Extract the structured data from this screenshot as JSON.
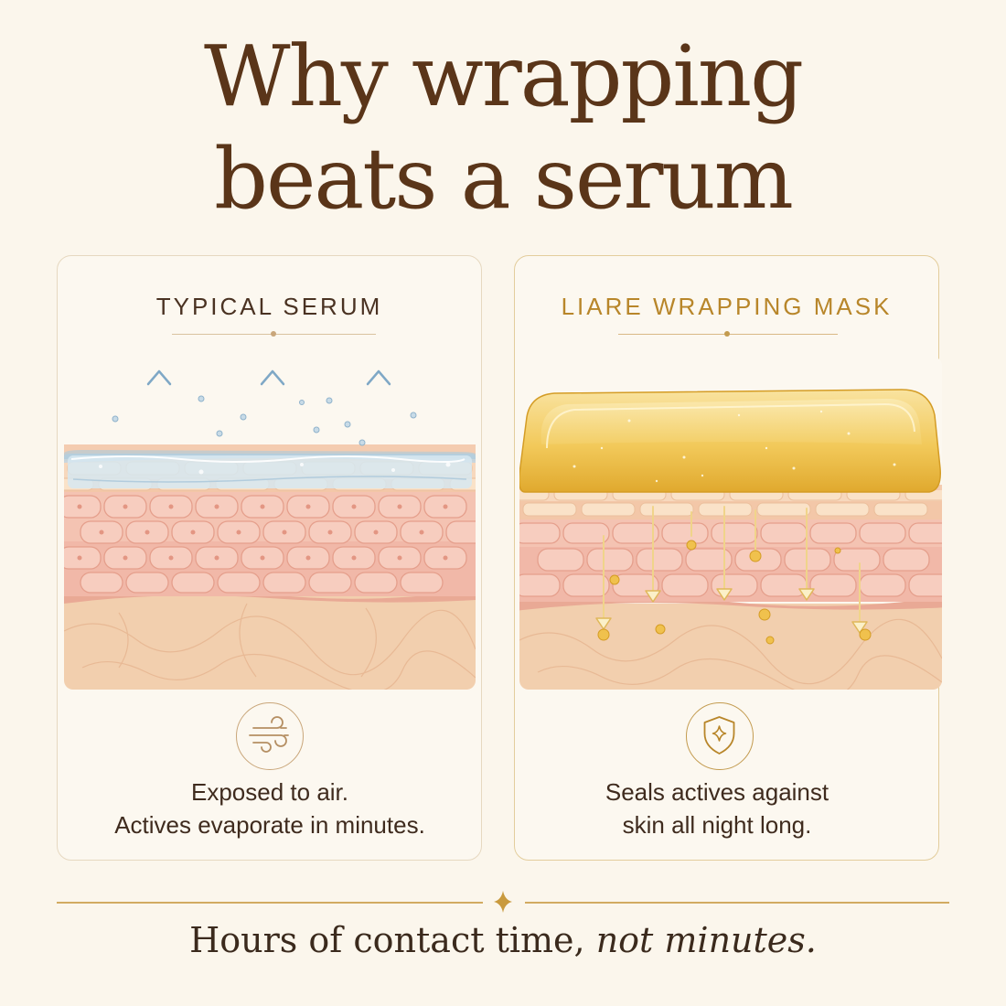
{
  "title": {
    "line1": "Why wrapping",
    "line2": "beats a serum"
  },
  "cards": [
    {
      "heading": "TYPICAL SERUM",
      "icon": "air-flow-icon",
      "description_line1": "Exposed to air.",
      "description_line2": "Actives evaporate in minutes."
    },
    {
      "heading": "LIARE WRAPPING MASK",
      "icon": "shield-sparkle-icon",
      "description_line1": "Seals actives against",
      "description_line2": "skin all night long."
    }
  ],
  "footer": {
    "text_regular": "Hours of contact time, ",
    "text_italic": "not minutes."
  },
  "colors": {
    "background": "#fbf6ec",
    "title_brown": "#5a3519",
    "gold_accent": "#b8862a",
    "serum_blue": "#cfe3ee",
    "gold_gel": "#f0c44a",
    "skin_pink": "#f1b8a8",
    "skin_peach": "#f5d3b4"
  }
}
